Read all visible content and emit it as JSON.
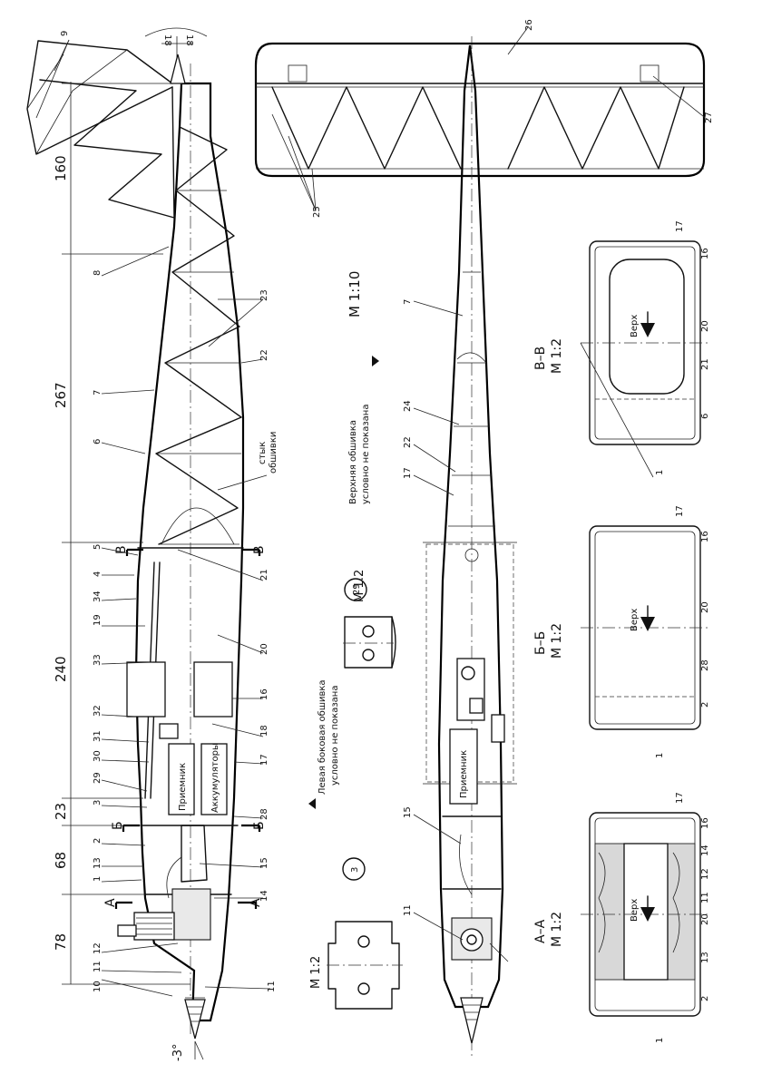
{
  "dims_side": [
    "78",
    "68",
    "23",
    "240",
    "267",
    "160"
  ],
  "angles": {
    "nose": "-3°",
    "fin_left": "18",
    "fin_right": "18"
  },
  "callouts_side_top": [
    "10",
    "11",
    "12",
    "1",
    "13",
    "2",
    "3",
    "29",
    "30",
    "31",
    "32",
    "33",
    "19",
    "34",
    "4",
    "5",
    "6",
    "7",
    "8",
    "9"
  ],
  "callouts_side_bottom": [
    "11",
    "14",
    "15",
    "28",
    "17",
    "18",
    "16",
    "20",
    "21",
    "22",
    "23"
  ],
  "section_marks": {
    "a": "А",
    "b": "Б",
    "v": "В"
  },
  "labels": {
    "receiver": "Приемник",
    "batteries": "Аккумуляторы",
    "joint_1": "стык",
    "joint_2": "обшивки",
    "side_note_1": "Левая боковая обшивка",
    "side_note_2": "условно не показана",
    "top_note_1": "Верхняя обшивка",
    "top_note_2": "условно не показана",
    "scale_main": "М 1:10",
    "scale_detail": "М 1:2",
    "up": "Верх"
  },
  "details": {
    "part3": "3",
    "part29": "29"
  },
  "top_view_callouts": [
    "11",
    "15",
    "17",
    "22",
    "24",
    "7",
    "25",
    "26",
    "27"
  ],
  "sections": [
    {
      "title": "А–А",
      "scale": "М 1:2",
      "callouts": [
        "1",
        "2",
        "13",
        "20",
        "11",
        "12",
        "14",
        "16",
        "17"
      ]
    },
    {
      "title": "Б–Б",
      "scale": "М 1:2",
      "callouts": [
        "1",
        "2",
        "28",
        "20",
        "16",
        "17"
      ]
    },
    {
      "title": "В–В",
      "scale": "М 1:2",
      "callouts": [
        "1",
        "6",
        "21",
        "20",
        "16",
        "17"
      ]
    }
  ]
}
